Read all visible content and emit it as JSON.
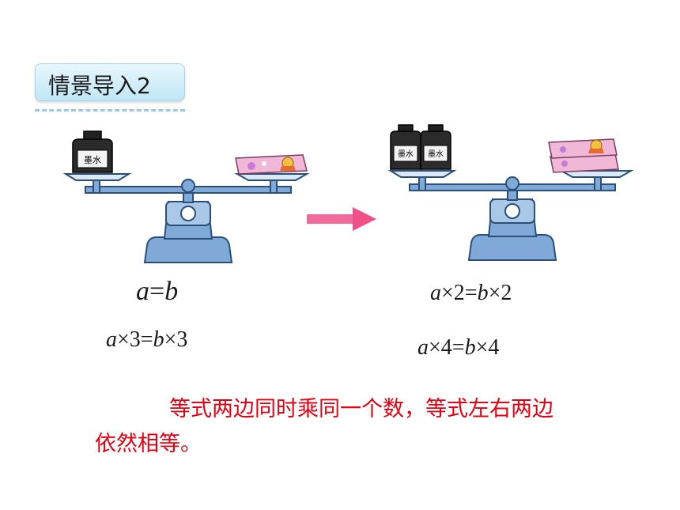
{
  "title": "情景导入2",
  "ink_label": "墨水",
  "equations": {
    "left_top": {
      "a": "a",
      "op": "=",
      "b": "b"
    },
    "left_bottom": {
      "a": "a",
      "m1": "×3=",
      "b": "b",
      "m2": "×3"
    },
    "right_top": {
      "a": "a",
      "m1": "×2=",
      "b": "b",
      "m2": "×2"
    },
    "right_bottom": {
      "a": "a",
      "m1": "×4=",
      "b": "b",
      "m2": "×4"
    }
  },
  "note": "等式两边同时乘同一个数，等式左右两边依然相等。",
  "colors": {
    "scale_blue": "#7fa9d6",
    "scale_outline": "#2c4f7a",
    "arrow": "#f0508a",
    "note": "#e60012",
    "title_bg": "#bfe6f6"
  }
}
